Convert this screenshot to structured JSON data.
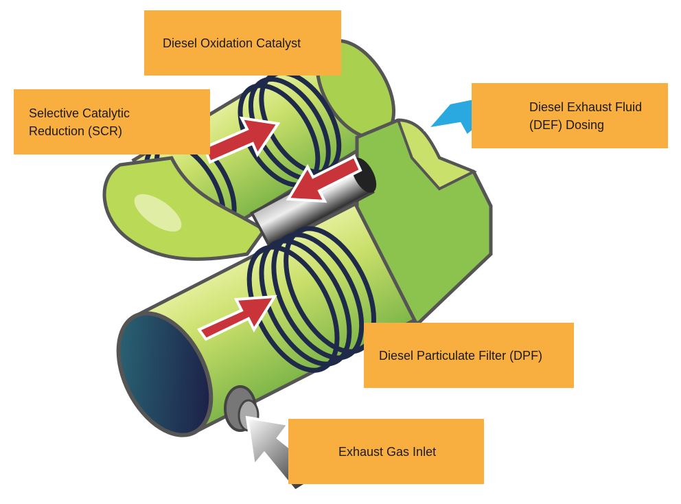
{
  "labels": {
    "doc": "Diesel Oxidation Catalyst",
    "scr_line1": "Selective Catalytic",
    "scr_line2": "Reduction (SCR)",
    "def_line1": "Diesel Exhaust Fluid",
    "def_line2": "(DEF) Dosing",
    "dpf": "Diesel Particulate Filter (DPF)",
    "inlet": "Exhaust Gas Inlet"
  },
  "colors": {
    "label_bg": "#f9ae40",
    "body_green": "#b9d957",
    "flow_arrow": "#c8343a",
    "def_arrow": "#29a9e0"
  }
}
